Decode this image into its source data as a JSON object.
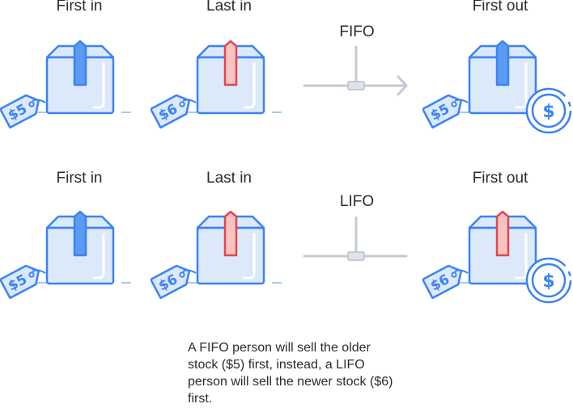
{
  "rows": [
    {
      "first_in_label": "First in",
      "last_in_label": "Last in",
      "method_label": "FIFO",
      "first_out_label": "First out",
      "first_in_price": "$5",
      "last_in_price": "$6",
      "first_out_price": "$5",
      "arrow": "arrow-right"
    },
    {
      "first_in_label": "First in",
      "last_in_label": "Last in",
      "method_label": "LIFO",
      "first_out_label": "First out",
      "first_in_price": "$5",
      "last_in_price": "$6",
      "first_out_price": "$6",
      "arrow": "none"
    }
  ],
  "dollar_symbol": "$",
  "caption": "A FIFO person will sell the older stock ($5) first, instead, a LIFO person will sell the newer stock ($6) first.",
  "colors": {
    "box_fill": "#dbe9fb",
    "box_stroke": "#3b82f6",
    "tape_blue": "#5b9cf0",
    "tape_red_fill": "#f6c3c3",
    "tape_red_stroke": "#e04848",
    "arrow": "#c4cad3"
  }
}
